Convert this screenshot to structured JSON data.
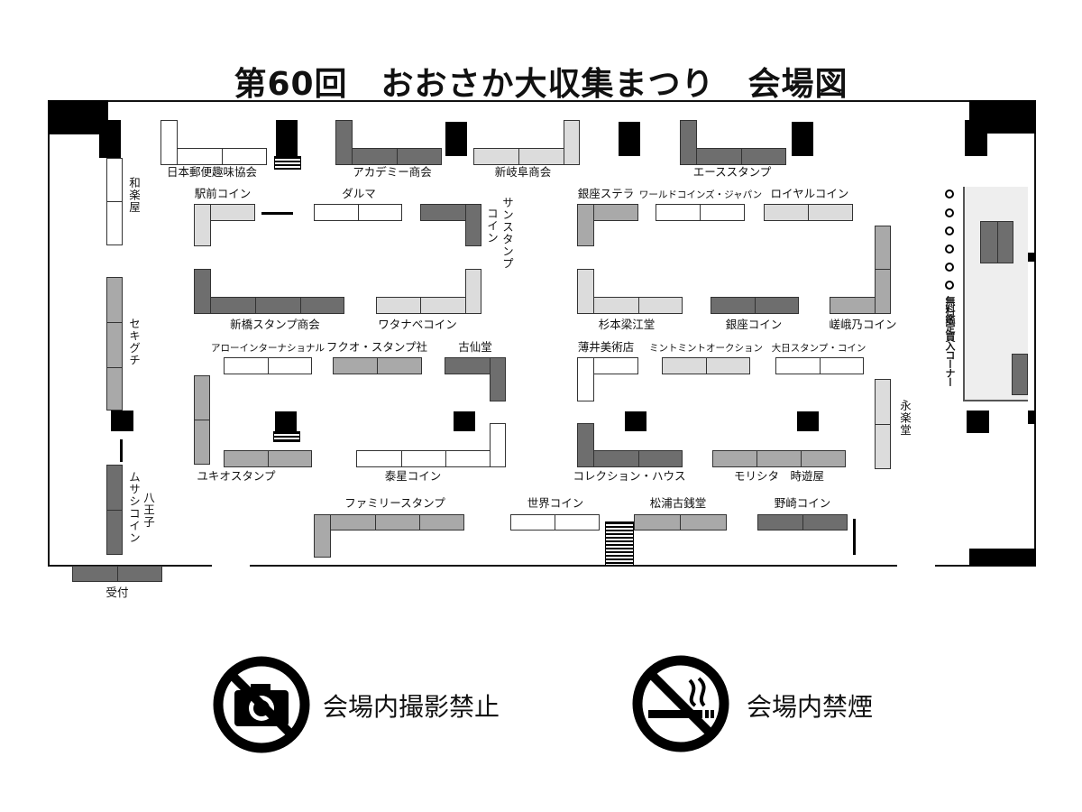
{
  "title": "第60回　おおさか大収集まつり　会場図",
  "booths": {
    "warakuya": "和楽屋",
    "sekiguchi": "セキグチ",
    "musashi": "ムサシコイン",
    "hachioji": "八王子",
    "nihon_yubin": "日本郵便趣味協会",
    "academy": "アカデミー商会",
    "shingifu": "新岐阜商会",
    "ace": "エーススタンプ",
    "ekimae": "駅前コイン",
    "daruma": "ダルマ",
    "sun_stamp": "サンスタンプ",
    "sun_coin": "コイン",
    "ginza_stella": "銀座ステラ",
    "world_coins": "ワールドコインズ・ジャパン",
    "royal": "ロイヤルコイン",
    "shinbashi": "新橋スタンプ商会",
    "watanabe": "ワタナベコイン",
    "sugimoto": "杉本梁江堂",
    "ginza_coin": "銀座コイン",
    "sagano": "嵯峨乃コイン",
    "arrow": "アローインターナショナル",
    "fukuo": "フクオ・スタンプ社",
    "kosendo": "古仙堂",
    "usui": "薄井美術店",
    "mintmint": "ミントミントオークション",
    "dainichi": "大日スタンプ・コイン",
    "eirakudo": "永楽堂",
    "yukio": "ユキオスタンプ",
    "taisei": "泰星コイン",
    "collection": "コレクション・ハウス",
    "morishita": "モリシタ　時遊屋",
    "family": "ファミリースタンプ",
    "sekai": "世界コイン",
    "matsuura": "松浦古銭堂",
    "nozaki": "野崎コイン"
  },
  "reception": "受付",
  "appraisal": "無料鑑定買入コーナー",
  "notices": {
    "no_photo": "会場内撮影禁止",
    "no_smoking": "会場内禁煙"
  },
  "colors": {
    "white": "#ffffff",
    "light": "#dcdcdc",
    "mid": "#a9a9a9",
    "dark": "#6e6e6e",
    "pillar": "#000000"
  }
}
